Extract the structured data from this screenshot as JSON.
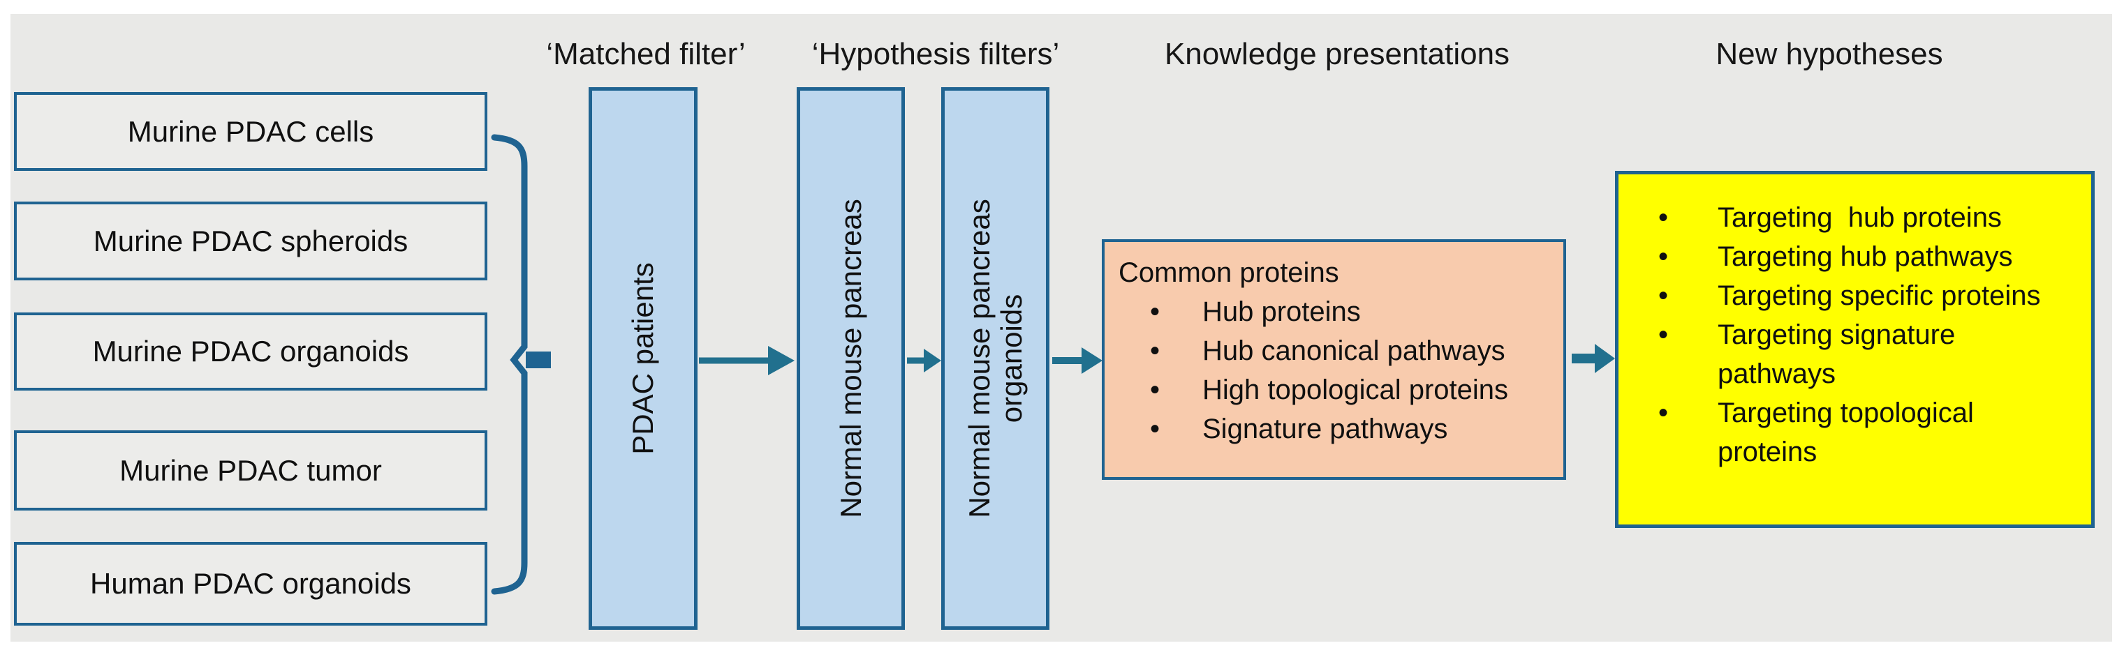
{
  "colors": {
    "canvas_gray": "#e9e9e7",
    "box_gray": "#ececea",
    "border_teal": "#1f6391",
    "arrow_teal": "#21708e",
    "filter_blue": "#bdd7ee",
    "knowledge_salmon": "#f8cbad",
    "hypotheses_yellow": "#ffff00"
  },
  "glyphs": {
    "bullet": "•"
  },
  "headers": {
    "matched_filter": "‘Matched filter’",
    "hypothesis_filters": "‘Hypothesis filters’",
    "knowledge_presentations": "Knowledge presentations",
    "new_hypotheses": "New hypotheses"
  },
  "source_boxes": {
    "items": [
      {
        "label": "Murine PDAC cells"
      },
      {
        "label": "Murine PDAC spheroids"
      },
      {
        "label": "Murine PDAC organoids"
      },
      {
        "label": "Murine PDAC tumor"
      },
      {
        "label": "Human PDAC organoids"
      }
    ]
  },
  "filter_boxes": {
    "matched": {
      "label": "PDAC patients"
    },
    "hypothesis_1": {
      "label": "Normal mouse pancreas"
    },
    "hypothesis_2": {
      "label": "Normal mouse pancreas\norganoids"
    }
  },
  "knowledge_box": {
    "title": "Common proteins",
    "bullets": [
      "Hub proteins",
      "Hub canonical pathways",
      "High topological proteins",
      "Signature pathways"
    ]
  },
  "hypotheses_box": {
    "bullets": [
      "Targeting  hub proteins",
      "Targeting hub pathways",
      "Targeting specific proteins",
      "Targeting signature\npathways",
      "Targeting topological\nproteins"
    ]
  }
}
